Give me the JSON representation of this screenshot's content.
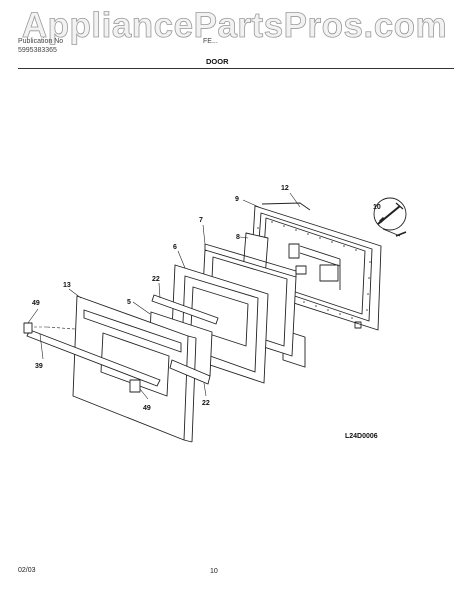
{
  "watermark": "AppliancePartsPros.com",
  "header": {
    "publication_label": "Publication No",
    "publication_number": "5995383365",
    "model": "FE...",
    "section_title": "DOOR"
  },
  "callouts": [
    "12",
    "9",
    "10",
    "7",
    "8",
    "6",
    "22",
    "13",
    "49",
    "5",
    "39",
    "49",
    "22"
  ],
  "diagram_code": "L24D0006",
  "footer": {
    "date": "02/03",
    "page": "10"
  }
}
